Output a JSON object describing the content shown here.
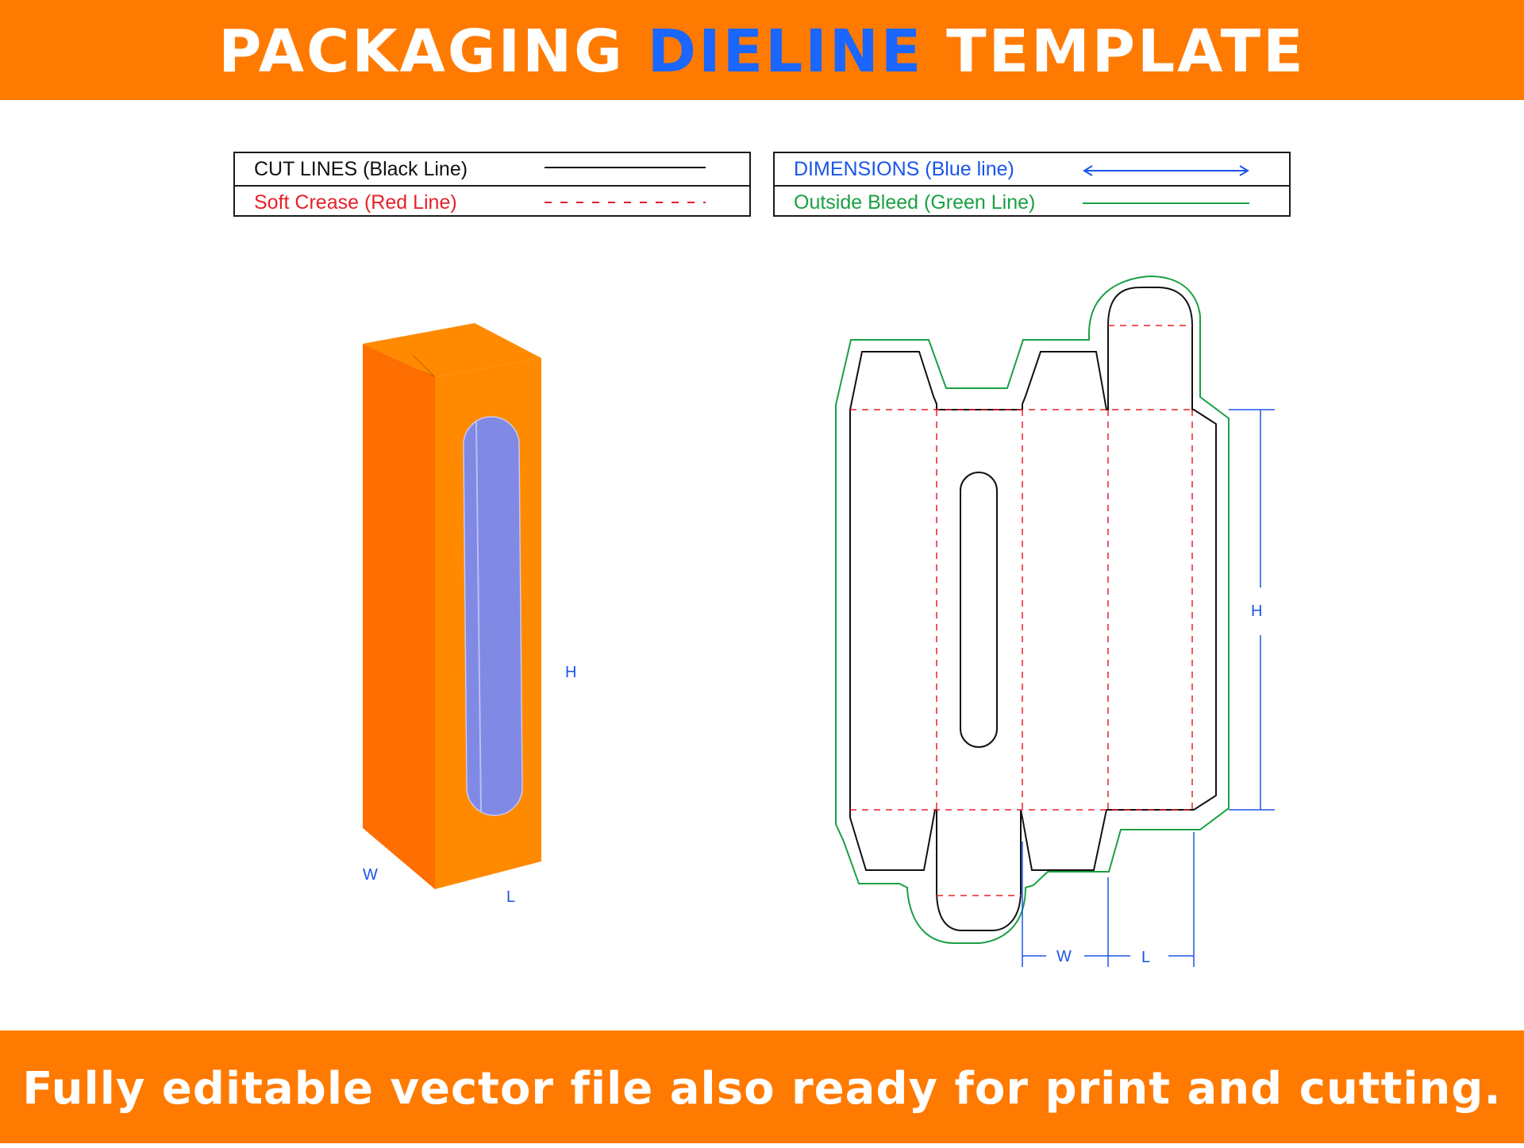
{
  "header": {
    "title_part1": "PACKAGING",
    "title_accent": "DIELINE",
    "title_part2": "TEMPLATE"
  },
  "legend": {
    "cut_lines": "CUT LINES (Black Line)",
    "soft_crease": "Soft Crease (Red Line)",
    "dimensions": "DIMENSIONS (Blue line)",
    "outside_bleed": "Outside Bleed (Green Line)"
  },
  "box_3d": {
    "label_h": "H",
    "label_w": "W",
    "label_l": "L"
  },
  "dieline": {
    "label_h": "H",
    "label_w": "W",
    "label_l": "L"
  },
  "footer": {
    "text": "Fully editable vector file also ready for print and cutting."
  },
  "colors": {
    "banner": "#ff7a00",
    "accent_blue": "#1a66ff",
    "cut_line": "#111111",
    "crease_line": "#e8202a",
    "dimension_line": "#1a55e8",
    "bleed_line": "#1aa043",
    "box_front": "#ff8a00",
    "box_side": "#ff6e00",
    "window": "#8089e3"
  }
}
